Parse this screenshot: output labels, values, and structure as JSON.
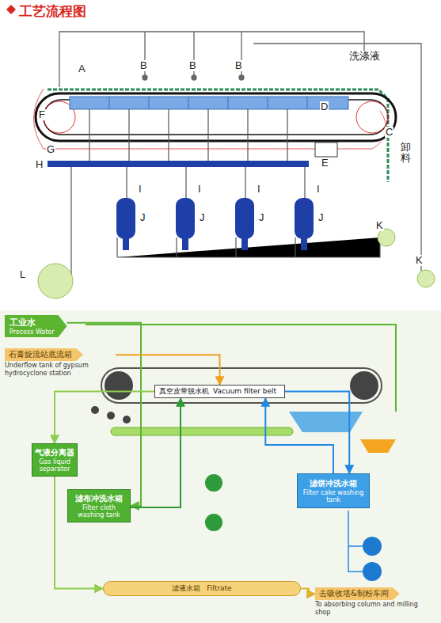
{
  "diagram": {
    "title": "工艺流程图",
    "nodes": [
      {
        "text": [
          "工业水",
          "Process Water"
        ]
      },
      {
        "text": [
          "石膏旋流站底流箱",
          "Underflow tank of gypsum hydrocyclone station"
        ]
      },
      {
        "text": [
          "真空皮带脱水机",
          "Vacuum filter belt"
        ]
      },
      {
        "text": [
          "气液分离器",
          "Gas liquid separator"
        ]
      },
      {
        "text": [
          "滤布冲洗水箱",
          "Filter cloth washing tank"
        ]
      },
      {
        "text": [
          "滤饼冲洗水箱",
          "Filter cake washing tank"
        ]
      },
      {
        "text": [
          "滤液水箱",
          "Filtrate"
        ]
      },
      {
        "text": [
          "去吸收塔&制粉车间",
          "To absorbing column and milling shop"
        ]
      }
    ],
    "edges": [
      {
        "from": 0,
        "to": 4,
        "arrow": "to"
      },
      {
        "from": 1,
        "to": 2,
        "arrow": "to"
      },
      {
        "from": 2,
        "to": 3,
        "arrow": "to"
      },
      {
        "from": 3,
        "to": 6,
        "arrow": "to"
      },
      {
        "from": 4,
        "to": 2,
        "arrow": "to"
      },
      {
        "from": 5,
        "to": 2,
        "arrow": "to"
      },
      {
        "from": 6,
        "to": 7,
        "arrow": "to"
      },
      {
        "from": 2,
        "to": 5,
        "arrow": "to"
      }
    ],
    "labels": [
      "A",
      "B",
      "B",
      "B",
      "洗涤液",
      "D",
      "F",
      "C",
      "卸料",
      "G",
      "E",
      "H",
      "I",
      "I",
      "I",
      "I",
      "J",
      "J",
      "J",
      "J",
      "K",
      "K",
      "L"
    ]
  }
}
